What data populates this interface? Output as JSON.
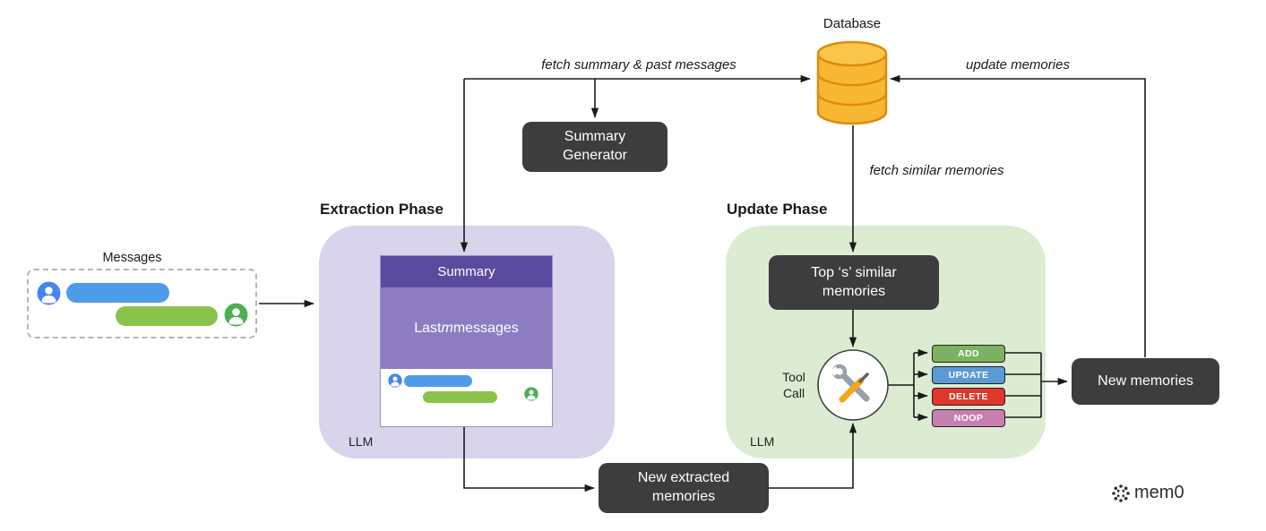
{
  "diagram": {
    "database": {
      "label": "Database"
    },
    "edges": {
      "fetch_summary": "fetch summary & past messages",
      "update_memories": "update memories",
      "fetch_similar": "fetch similar memories"
    },
    "messages_panel": {
      "label": "Messages"
    },
    "extraction": {
      "phase_label": "Extraction Phase",
      "llm_label": "LLM",
      "prompt_box": {
        "header": "Summary",
        "last_prefix": "Last ",
        "last_m": "m",
        "last_suffix": " messages"
      },
      "bg_color": "#d9d3ec"
    },
    "summary_generator": {
      "label": "Summary\nGenerator"
    },
    "update": {
      "phase_label": "Update Phase",
      "llm_label": "LLM",
      "top_similar_label": "Top ‘s’ similar\nmemories",
      "tool_call_label": "Tool\nCall",
      "actions": [
        {
          "label": "ADD",
          "color": "#7cb260"
        },
        {
          "label": "UPDATE",
          "color": "#5b9bd5"
        },
        {
          "label": "DELETE",
          "color": "#e0362c"
        },
        {
          "label": "NOOP",
          "color": "#c77fb0"
        }
      ],
      "bg_color": "#dcecd3"
    },
    "new_memories": {
      "label": "New memories"
    },
    "new_extracted_memories": {
      "label": "New extracted\nmemories"
    },
    "logo": {
      "text": "mem0"
    },
    "colors": {
      "dark_box": "#3d3d3d",
      "summary_header": "#5b4a9e",
      "summary_body": "#8e7cc3",
      "bubble_blue": "#4e9be9",
      "bubble_green": "#8bc34a"
    }
  }
}
